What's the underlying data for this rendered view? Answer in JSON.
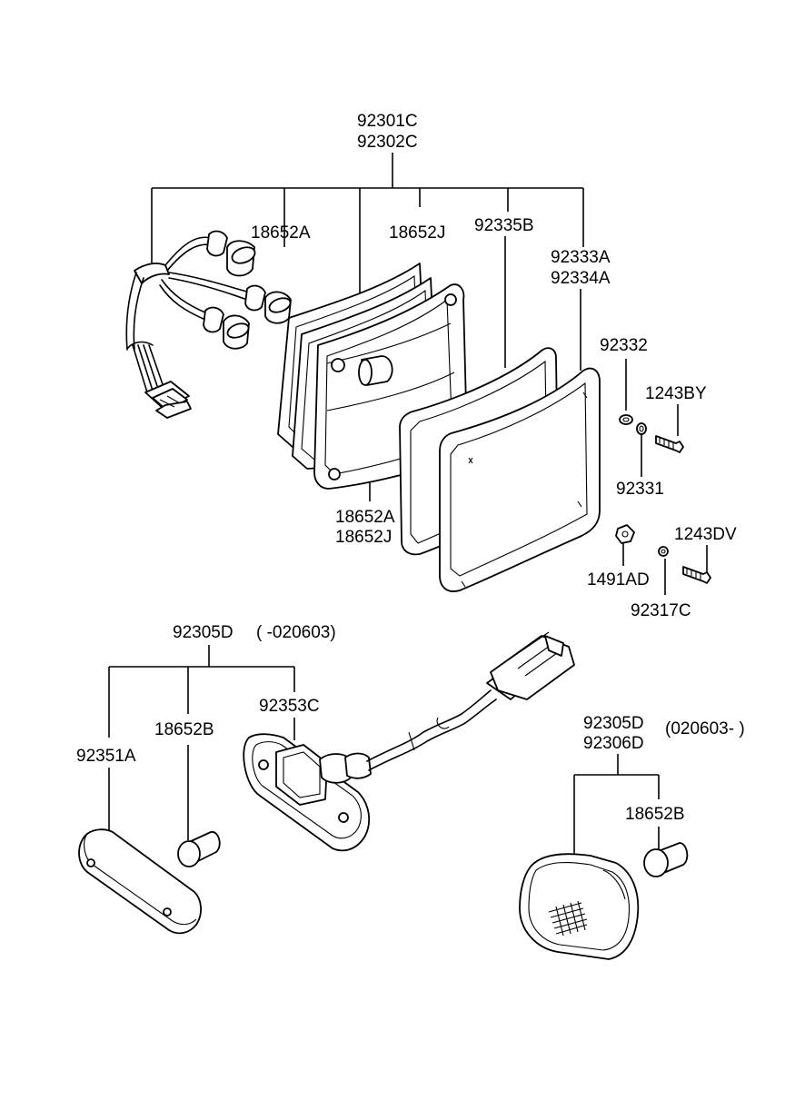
{
  "labels": {
    "assy_1": "92301C",
    "assy_2": "92302C",
    "socket_a": "18652A",
    "socket_j": "18652J",
    "gasket": "92335B",
    "lens_1": "92333A",
    "lens_2": "92334A",
    "washer_a": "92332",
    "screw_by": "1243BY",
    "washer_b": "92331",
    "bulb_a": "18652A",
    "bulb_j": "18652J",
    "screw_dv": "1243DV",
    "nut": "1491AD",
    "washer_c": "92317C",
    "side_assy_old": "92305D",
    "date_old": "( -020603)",
    "housing": "92353C",
    "bulb_b_old": "18652B",
    "lens_side": "92351A",
    "side_assy_new_1": "92305D",
    "side_assy_new_2": "92306D",
    "date_new": "(020603- )",
    "bulb_b_new": "18652B"
  }
}
